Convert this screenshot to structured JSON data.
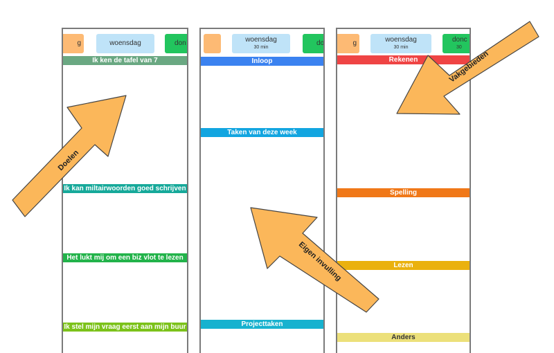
{
  "panels": [
    {
      "days": {
        "prev": "g",
        "current": "woensdag",
        "next": "don"
      },
      "strips": [
        {
          "label": "Ik ken de tafel van 7",
          "color": "#6aa882"
        },
        {
          "label": "Ik kan miltairwoorden goed schrijven",
          "color": "#16a99a"
        },
        {
          "label": "Het lukt mij om een biz vlot te lezen",
          "color": "#22b34a"
        },
        {
          "label": "Ik stel mijn vraag eerst aan mijn buur",
          "color": "#7cc21a"
        }
      ]
    },
    {
      "days": {
        "prev": "",
        "current": "woensdag",
        "current_duration": "30 min",
        "next": "do"
      },
      "strips": [
        {
          "label": "Inloop",
          "color": "#3b82f0"
        },
        {
          "label": "Taken van deze week",
          "color": "#12a5e0"
        },
        {
          "label": "Projecttaken",
          "color": "#17b2cf"
        }
      ]
    },
    {
      "days": {
        "prev": "g",
        "current": "woensdag",
        "current_duration": "30 min",
        "next": "donc",
        "next_duration": "30"
      },
      "strips": [
        {
          "label": "Rekenen",
          "color": "#ef4444"
        },
        {
          "label": "Spelling",
          "color": "#f07818"
        },
        {
          "label": "Lezen",
          "color": "#eab10e"
        },
        {
          "label": "Anders",
          "color": "#ece07a"
        }
      ]
    }
  ],
  "day_colors": {
    "prev": "#fdba74",
    "current": "#bfe3f8",
    "next": "#22c55e"
  },
  "strip_text_dark": "#333333",
  "arrows": {
    "color": "#fbb75a",
    "outline": "#444444",
    "doelen": "Doelen",
    "eigen": "Eigen invulling",
    "vakgebieden": "Vakgebieden"
  }
}
